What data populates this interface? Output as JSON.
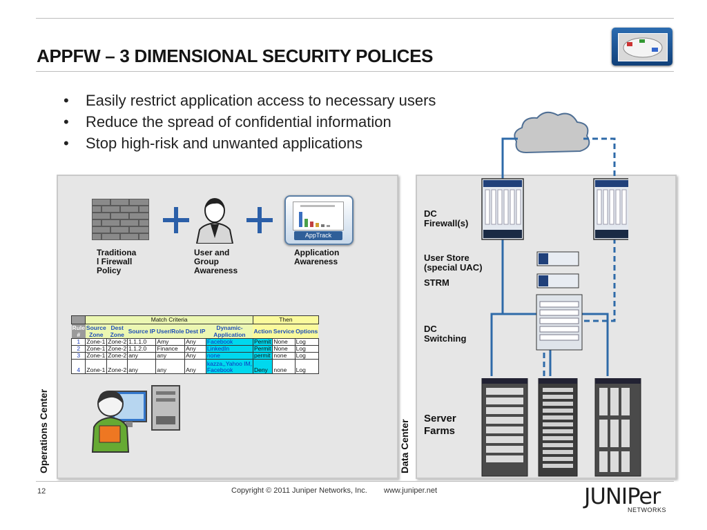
{
  "title": "APPFW – 3 DIMENSIONAL SECURITY POLICES",
  "bullets": [
    "Easily restrict application access to necessary users",
    "Reduce the spread of confidential information",
    "Stop high-risk and unwanted applications"
  ],
  "ops": {
    "vertical_label": "Operations Center",
    "captions": {
      "firewall": "Traditiona\nl Firewall\nPolicy",
      "user": "User and\nGroup\nAwareness",
      "app": "Application\nAwareness"
    },
    "apptrack_label": "AppTrack",
    "table": {
      "match_criteria": "Match Criteria",
      "then": "Then",
      "headers": [
        "Rule\n#",
        "Source\nZone",
        "Dest\nZone",
        "Source IP",
        "User/Role",
        "Dest IP",
        "Dynamic-\nApplication",
        "Action",
        "Service",
        "Options"
      ],
      "rows": [
        [
          "1",
          "Zone-1",
          "Zone-2",
          "1.1.1.0",
          "Amy",
          "Any",
          "Facebook",
          "Permit",
          "None",
          "Log"
        ],
        [
          "2",
          "Zone-1",
          "Zone-2",
          "1.1.2.0",
          "Finance",
          "Any",
          "LinkedIn",
          "Permit",
          "None",
          "Log"
        ],
        [
          "3",
          "Zone-1",
          "Zone-2",
          "any",
          "any",
          "Any",
          "none",
          "permit",
          "none",
          "Log"
        ],
        [
          "4",
          "Zone-1",
          "Zone-2",
          "any",
          "any",
          "Any",
          "kazza,,Yahoo IM,\nFacebook",
          "Deny",
          "none",
          "Log"
        ]
      ]
    }
  },
  "dc": {
    "vertical_label": "Data Center",
    "labels": {
      "firewall": "DC\nFirewall(s)",
      "user_store": "User Store\n(special UAC)",
      "strm": "STRM",
      "switching": "DC\nSwitching",
      "server_farms": "Server\nFarms"
    }
  },
  "footer": {
    "page": "12",
    "copyright": "Copyright © 2011 Juniper Networks, Inc.",
    "url": "www.juniper.net",
    "logo_word": "JUNIPer",
    "logo_sub": "NETWORKS"
  },
  "colors": {
    "link": "#1f5fa8",
    "table_app": "#00d8ee",
    "table_header": "#ecf7b2",
    "then_header": "#fafa9c"
  }
}
